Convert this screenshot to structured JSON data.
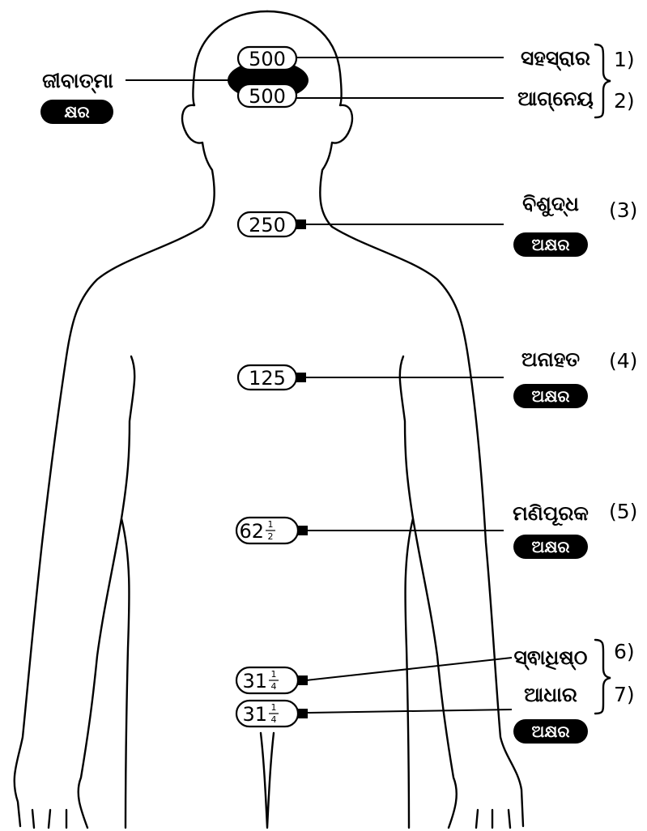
{
  "diagram": {
    "jivatma": {
      "label": "ଜୀବାତ୍ମା",
      "tag": "କ୍ଷର"
    },
    "chakras": [
      {
        "value_main": "500",
        "value_frac_num": "",
        "value_frac_den": "",
        "name": "ସହସ୍ରାର",
        "index": "1)",
        "tag": ""
      },
      {
        "value_main": "500",
        "value_frac_num": "",
        "value_frac_den": "",
        "name": "ଆଗ୍ନେୟ",
        "index": "2)",
        "tag": ""
      },
      {
        "value_main": "250",
        "value_frac_num": "",
        "value_frac_den": "",
        "name": "ବିଶୁଦ୍ଧ",
        "index": "(3)",
        "tag": "ଅକ୍ଷର"
      },
      {
        "value_main": "125",
        "value_frac_num": "",
        "value_frac_den": "",
        "name": "ଅନାହତ",
        "index": "(4)",
        "tag": "ଅକ୍ଷର"
      },
      {
        "value_main": "62",
        "value_frac_num": "1",
        "value_frac_den": "2",
        "name": "ମଣିପୂରକ",
        "index": "(5)",
        "tag": "ଅକ୍ଷର"
      },
      {
        "value_main": "31",
        "value_frac_num": "1",
        "value_frac_den": "4",
        "name": "ସ୍ଵାଧିଷ୍ଠ",
        "index": "6)",
        "tag": ""
      },
      {
        "value_main": "31",
        "value_frac_num": "1",
        "value_frac_den": "4",
        "name": "ଆଧାର",
        "index": "7)",
        "tag": "ଅକ୍ଷର"
      }
    ]
  }
}
